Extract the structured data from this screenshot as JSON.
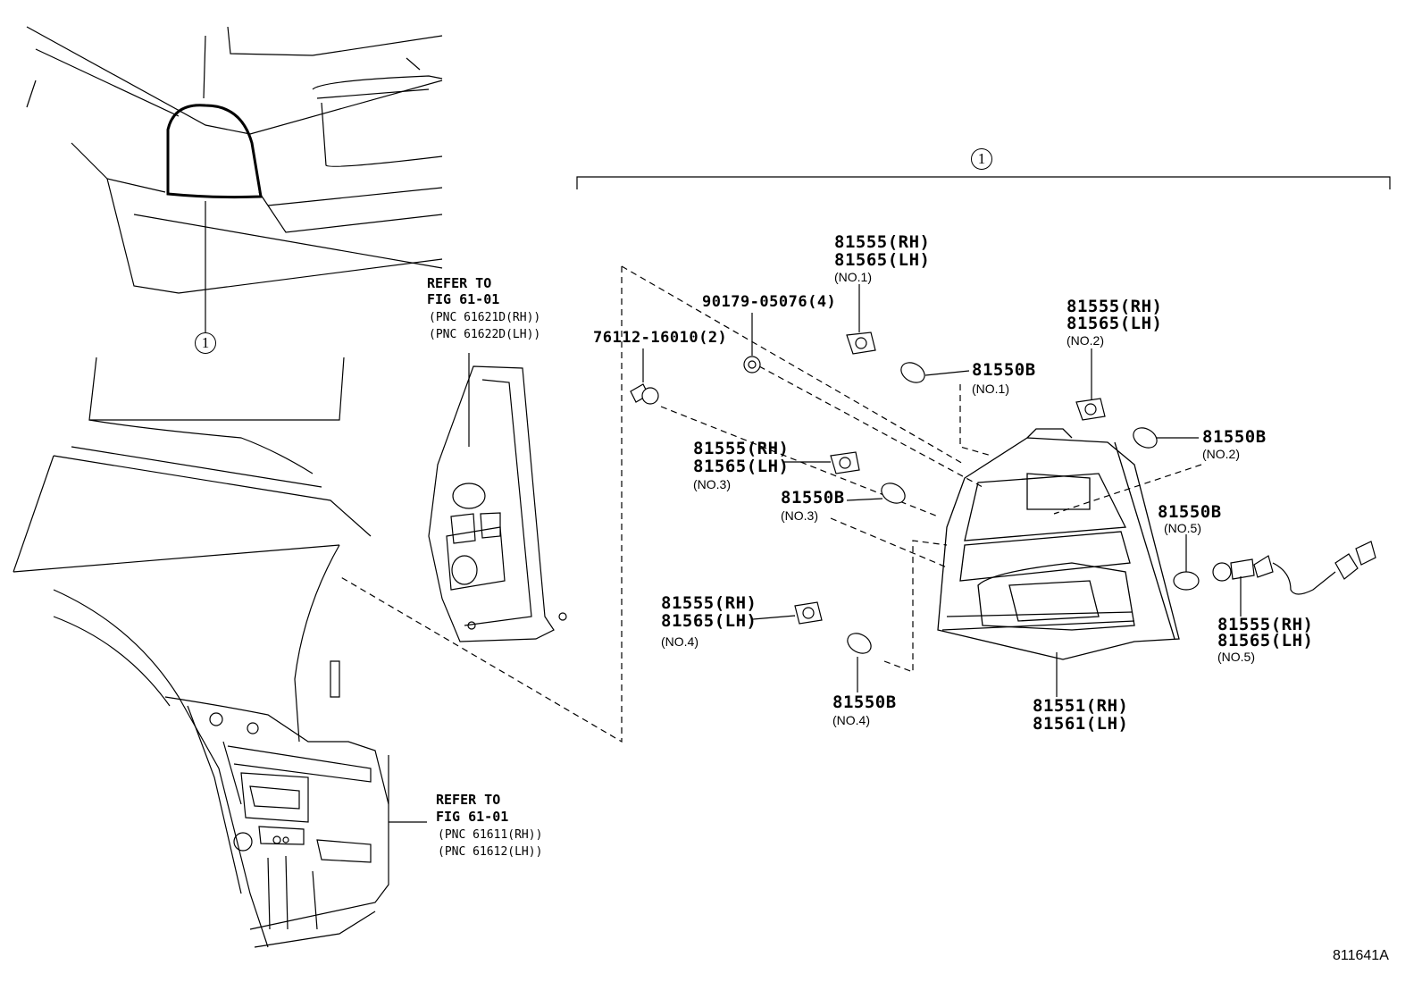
{
  "callout": {
    "ref": "1"
  },
  "refs": {
    "upper": {
      "line1": "REFER TO",
      "line2": "FIG 61-01",
      "pnc_rh": "(PNC 61621D(RH))",
      "pnc_lh": "(PNC 61622D(LH))"
    },
    "lower": {
      "line1": "REFER TO",
      "line2": "FIG 61-01",
      "pnc_rh": "(PNC 61611(RH))",
      "pnc_lh": "(PNC 61612(LH))"
    }
  },
  "parts": {
    "bolt": "76112-16010(2)",
    "nut": "90179-05076(4)",
    "socket_no1": {
      "rh": "81555(RH)",
      "lh": "81565(LH)",
      "tag": "(NO.1)"
    },
    "socket_no2": {
      "rh": "81555(RH)",
      "lh": "81565(LH)",
      "tag": "(NO.2)"
    },
    "socket_no3": {
      "rh": "81555(RH)",
      "lh": "81565(LH)",
      "tag": "(NO.3)"
    },
    "socket_no4": {
      "rh": "81555(RH)",
      "lh": "81565(LH)",
      "tag": "(NO.4)"
    },
    "socket_no5": {
      "rh": "81555(RH)",
      "lh": "81565(LH)",
      "tag": "(NO.5)"
    },
    "bulb_no1": {
      "pn": "81550B",
      "tag": "(NO.1)"
    },
    "bulb_no2": {
      "pn": "81550B",
      "tag": "(NO.2)"
    },
    "bulb_no3": {
      "pn": "81550B",
      "tag": "(NO.3)"
    },
    "bulb_no4": {
      "pn": "81550B",
      "tag": "(NO.4)"
    },
    "bulb_no5": {
      "pn": "81550B",
      "tag": "(NO.5)"
    },
    "lens": {
      "rh": "81551(RH)",
      "lh": "81561(LH)"
    }
  },
  "figure_code": "811641A"
}
